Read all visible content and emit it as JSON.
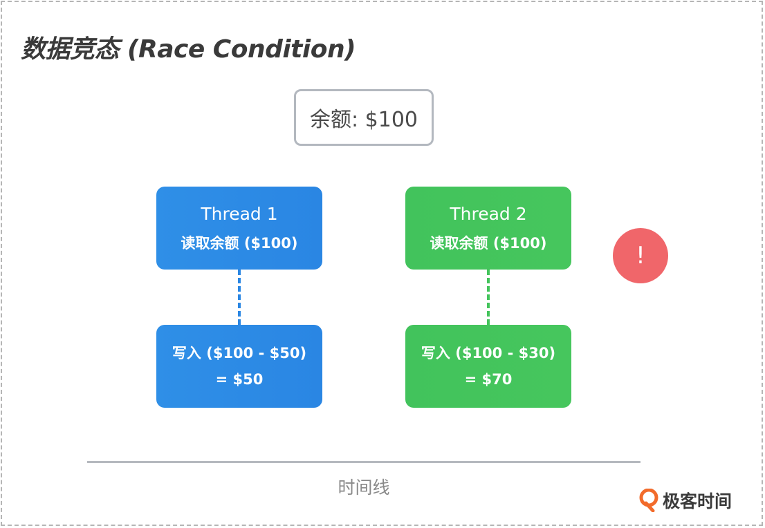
{
  "title": "数据竞态 (Race Condition)",
  "balance": "余额: $100",
  "thread1": {
    "name": "Thread 1",
    "read": "读取余额 ($100)",
    "write_line1": "写入 ($100 - $50)",
    "write_line2": "= $50",
    "color": "#2a86e3"
  },
  "thread2": {
    "name": "Thread 2",
    "read": "读取余额 ($100)",
    "write_line1": "写入 ($100 - $30)",
    "write_line2": "= $70",
    "color": "#44c45c"
  },
  "alert": {
    "symbol": "!",
    "color": "#f0666a"
  },
  "timeline_label": "时间线",
  "logo": {
    "text": "极客时间",
    "color": "#f26b2b"
  }
}
